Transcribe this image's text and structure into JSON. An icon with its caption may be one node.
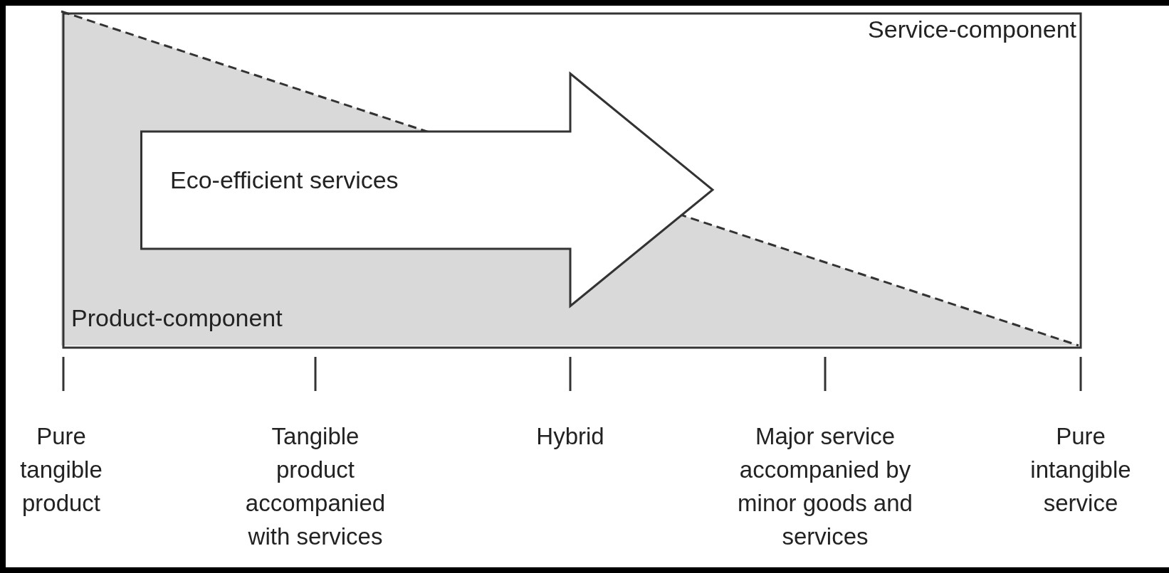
{
  "diagram": {
    "nodes": [
      {
        "text": [
          "Service-component"
        ]
      },
      {
        "text": [
          "Product-component"
        ],
        "in": 0
      },
      {
        "text": [
          "Eco-efficient services"
        ],
        "in": 0
      }
    ],
    "edges": [],
    "labels": [
      "Pure tangible product",
      "Tangible product accompanied with services",
      "Hybrid",
      "Major service accompanied by minor goods and services",
      "Pure intangible service"
    ]
  }
}
